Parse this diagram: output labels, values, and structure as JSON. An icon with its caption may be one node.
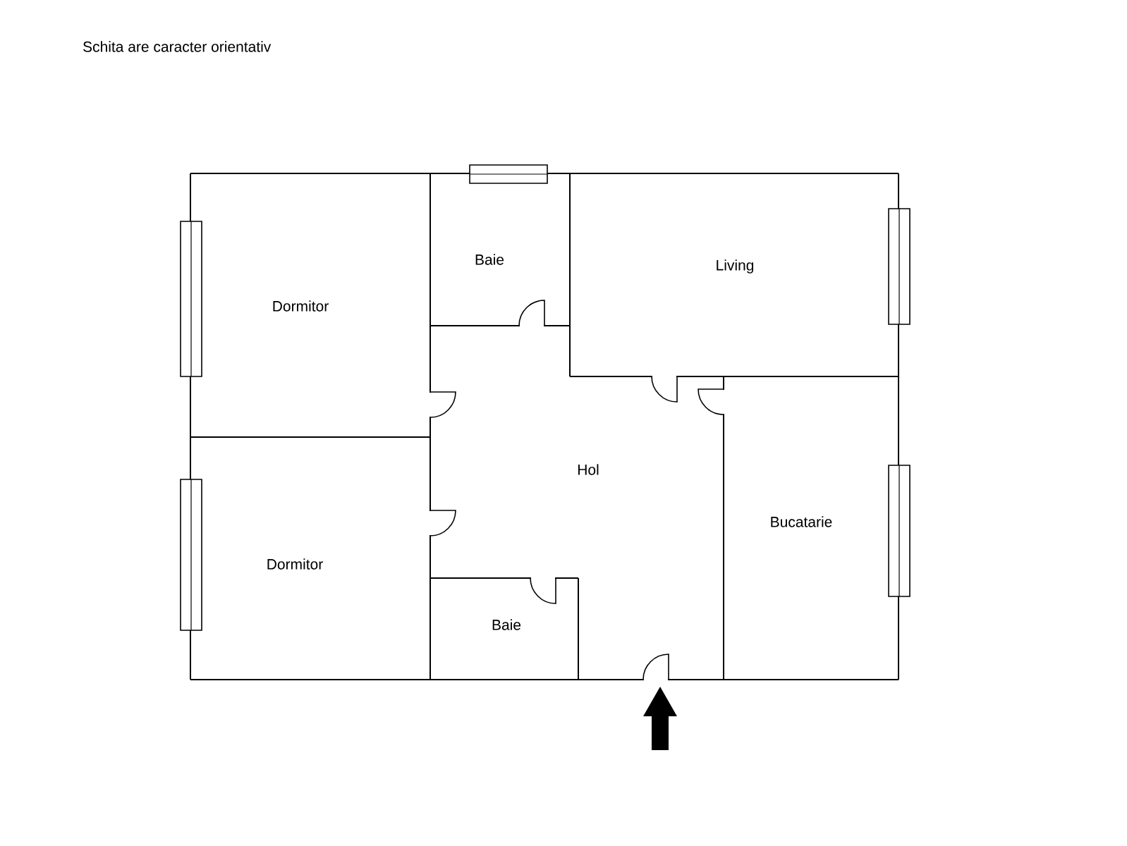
{
  "diagram": {
    "title": "Schita are caracter orientativ",
    "nodes": [
      {
        "text": [
          "Dormitor"
        ]
      },
      {
        "text": [
          "Baie"
        ]
      },
      {
        "text": [
          "Living"
        ]
      },
      {
        "text": [
          "Hol"
        ]
      },
      {
        "text": [
          "Dormitor"
        ]
      },
      {
        "text": [
          "Bucatarie"
        ]
      },
      {
        "text": [
          "Baie"
        ]
      }
    ]
  }
}
